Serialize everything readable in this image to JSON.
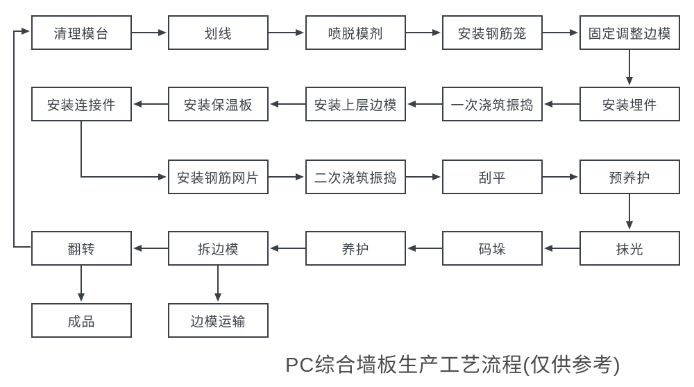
{
  "diagram": {
    "title": "PC综合墙板生产工艺流程(仅供参考)",
    "colors": {
      "background": "#ffffff",
      "box_border": "#3b4046",
      "box_fill": "#ffffff",
      "box_text": "#3d4249",
      "arrow": "#3b4046",
      "title_text": "#4b4b4b"
    },
    "nodes": [
      {
        "id": "clean-mold-table",
        "label": "清理模台",
        "row": 1,
        "col": 1
      },
      {
        "id": "marking",
        "label": "划线",
        "row": 1,
        "col": 2
      },
      {
        "id": "spray-release-agent",
        "label": "喷脱模剂",
        "row": 1,
        "col": 3
      },
      {
        "id": "install-rebar-cage",
        "label": "安装钢筋笼",
        "row": 1,
        "col": 4
      },
      {
        "id": "fix-adjust-side-forms",
        "label": "固定调整边模",
        "row": 1,
        "col": 5
      },
      {
        "id": "install-embedded-parts",
        "label": "安装埋件",
        "row": 2,
        "col": 5
      },
      {
        "id": "first-pour-vibrate",
        "label": "一次浇筑振捣",
        "row": 2,
        "col": 4
      },
      {
        "id": "install-upper-side-forms",
        "label": "安装上层边模",
        "row": 2,
        "col": 3
      },
      {
        "id": "install-insulation-board",
        "label": "安装保温板",
        "row": 2,
        "col": 2
      },
      {
        "id": "install-connectors",
        "label": "安装连接件",
        "row": 2,
        "col": 1
      },
      {
        "id": "install-rebar-mesh",
        "label": "安装钢筋网片",
        "row": 3,
        "col": 2
      },
      {
        "id": "second-pour-vibrate",
        "label": "二次浇筑振捣",
        "row": 3,
        "col": 3
      },
      {
        "id": "screed-level",
        "label": "刮平",
        "row": 3,
        "col": 4
      },
      {
        "id": "pre-curing",
        "label": "预养护",
        "row": 3,
        "col": 5
      },
      {
        "id": "trowel-polish",
        "label": "抹光",
        "row": 4,
        "col": 5
      },
      {
        "id": "stacking",
        "label": "码垛",
        "row": 4,
        "col": 4
      },
      {
        "id": "curing",
        "label": "养护",
        "row": 4,
        "col": 3
      },
      {
        "id": "remove-side-forms",
        "label": "拆边模",
        "row": 4,
        "col": 2
      },
      {
        "id": "flip",
        "label": "翻转",
        "row": 4,
        "col": 1
      },
      {
        "id": "finished-product",
        "label": "成品",
        "row": 5,
        "col": 1
      },
      {
        "id": "side-form-transport",
        "label": "边模运输",
        "row": 5,
        "col": 2
      }
    ],
    "edges": [
      {
        "from": "clean-mold-table",
        "to": "marking"
      },
      {
        "from": "marking",
        "to": "spray-release-agent"
      },
      {
        "from": "spray-release-agent",
        "to": "install-rebar-cage"
      },
      {
        "from": "install-rebar-cage",
        "to": "fix-adjust-side-forms"
      },
      {
        "from": "fix-adjust-side-forms",
        "to": "install-embedded-parts"
      },
      {
        "from": "install-embedded-parts",
        "to": "first-pour-vibrate"
      },
      {
        "from": "first-pour-vibrate",
        "to": "install-upper-side-forms"
      },
      {
        "from": "install-upper-side-forms",
        "to": "install-insulation-board"
      },
      {
        "from": "install-insulation-board",
        "to": "install-connectors"
      },
      {
        "from": "install-connectors",
        "to": "install-rebar-mesh"
      },
      {
        "from": "install-rebar-mesh",
        "to": "second-pour-vibrate"
      },
      {
        "from": "second-pour-vibrate",
        "to": "screed-level"
      },
      {
        "from": "screed-level",
        "to": "pre-curing"
      },
      {
        "from": "pre-curing",
        "to": "trowel-polish"
      },
      {
        "from": "trowel-polish",
        "to": "stacking"
      },
      {
        "from": "stacking",
        "to": "curing"
      },
      {
        "from": "curing",
        "to": "remove-side-forms"
      },
      {
        "from": "remove-side-forms",
        "to": "flip"
      },
      {
        "from": "flip",
        "to": "finished-product"
      },
      {
        "from": "remove-side-forms",
        "to": "side-form-transport"
      },
      {
        "from": "flip",
        "to": "clean-mold-table"
      }
    ]
  }
}
